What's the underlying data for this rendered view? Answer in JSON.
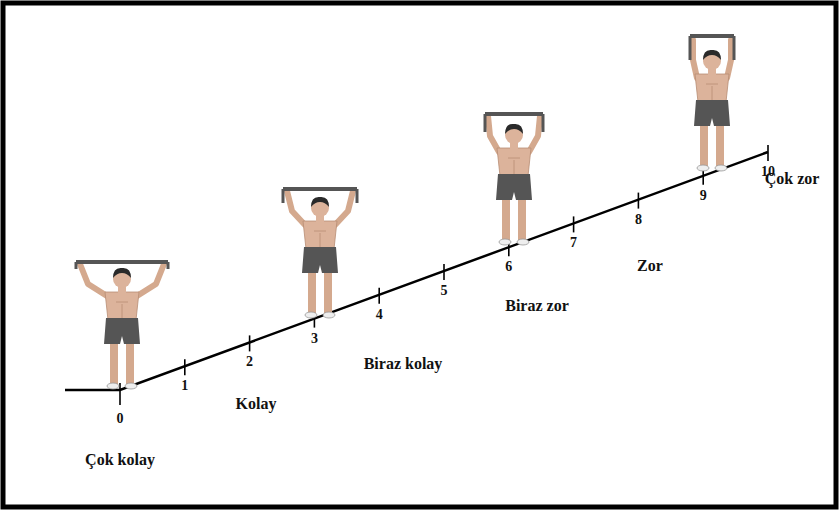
{
  "diagram": {
    "labels": [
      "0",
      "1",
      "2",
      "3",
      "4",
      "5",
      "6",
      "7",
      "8",
      "9",
      "10",
      "Çok kolay",
      "Kolay",
      "Biraz kolay",
      "Biraz zor",
      "Zor",
      "Çok zor"
    ]
  }
}
